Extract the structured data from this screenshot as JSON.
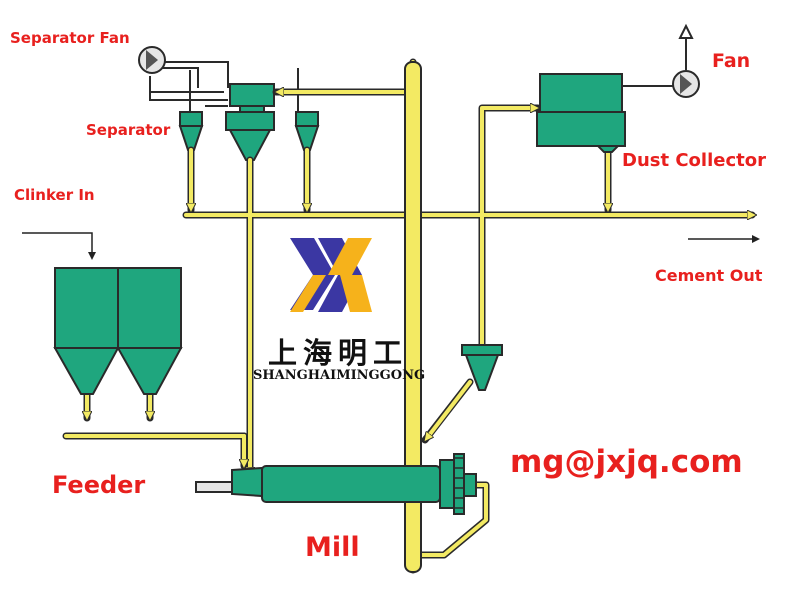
{
  "labels": {
    "separator_fan": "Separator Fan",
    "separator": "Separator",
    "clinker_in": "Clinker In",
    "feeder": "Feeder",
    "mill": "Mill",
    "fan": "Fan",
    "dust_collector": "Dust Collector",
    "cement_out": "Cement Out",
    "email": "mg@jxjq.com"
  },
  "brand": {
    "name_cn": "上海明工",
    "name_en": "SHANGHAIMINGGONG"
  },
  "colors": {
    "label_red": "#e8201e",
    "equipment_green": "#1fa67e",
    "pipe_yellow": "#f3ea63",
    "outline": "#2a2a2a",
    "logo_blue": "#3b37a3",
    "logo_yellow": "#f6b21b"
  }
}
